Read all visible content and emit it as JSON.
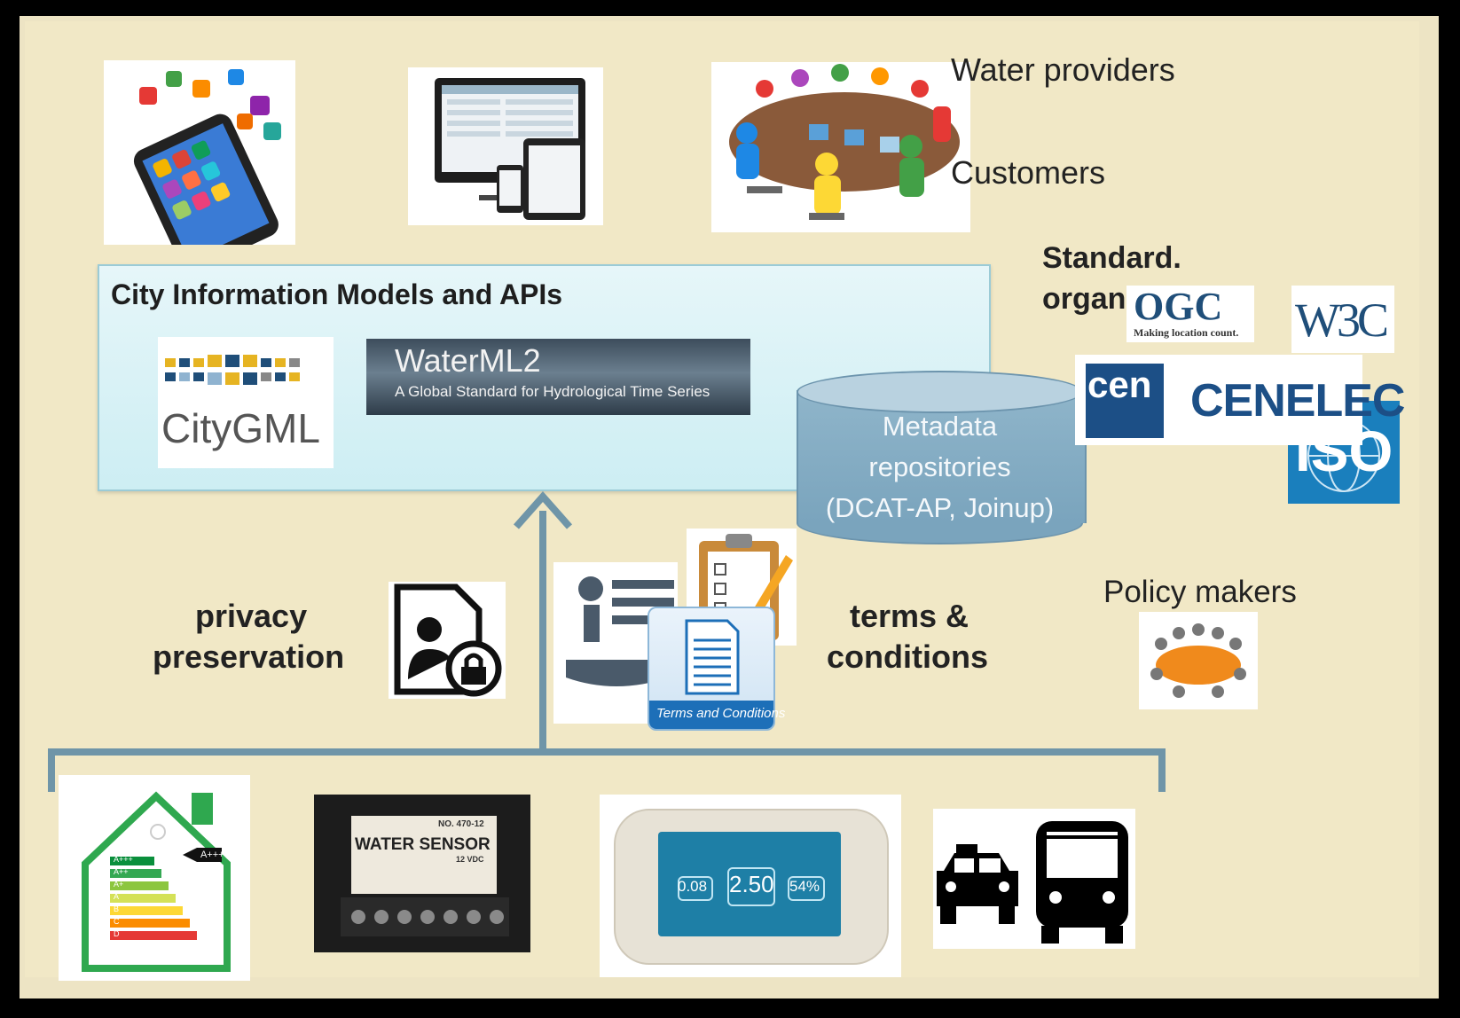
{
  "stakeholders": {
    "water_providers": "Water providers",
    "customers": "Customers",
    "standard_orgs": "Standard.\norganisations",
    "policy_makers": "Policy makers"
  },
  "cim": {
    "title": "City Information Models and APIs",
    "citygml_logo": "CityGML",
    "waterml_title": "WaterML2",
    "waterml_subtitle": "A Global Standard for Hydrological Time Series"
  },
  "metadata": {
    "line1": "Metadata",
    "line2": "repositories",
    "line3": "(DCAT-AP, Joinup)"
  },
  "privacy": {
    "line1": "privacy",
    "line2": "preservation"
  },
  "terms": {
    "line1": "terms &",
    "line2": "conditions",
    "badge": "Terms and Conditions"
  },
  "standards_logos": {
    "ogc": "OGC",
    "ogc_tagline": "Making location count.",
    "w3c": "W3C",
    "cen": "cen",
    "cenelec": "CENELEC",
    "iso": "ISO"
  },
  "sensors": {
    "water_sensor": "WATER SENSOR",
    "water_sensor_model": "NO. 470-12",
    "water_sensor_voltage": "12 VDC",
    "meter_left": "0.08",
    "meter_center": "2.50",
    "meter_right": "54%",
    "energy_grades": [
      "A+++",
      "A++",
      "A+",
      "A",
      "B",
      "C",
      "D"
    ],
    "energy_badge": "A+++"
  },
  "colors": {
    "background": "#f1e8c6",
    "connector": "#6f95a8",
    "cim_fill": "#d4f0f5",
    "cylinder": "#7fa8c0"
  }
}
